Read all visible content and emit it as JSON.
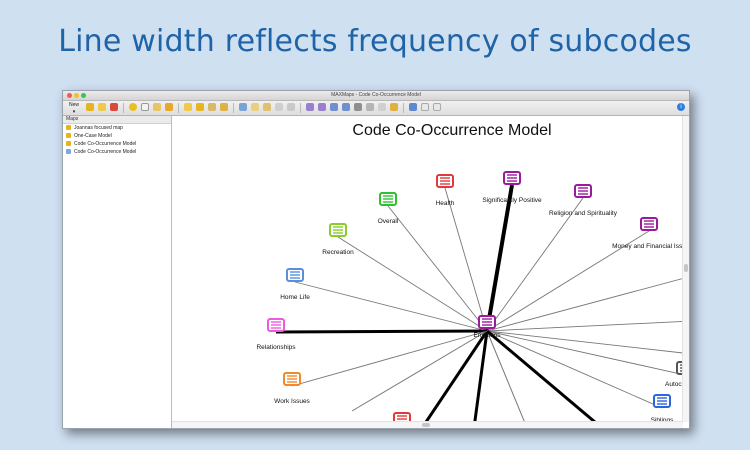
{
  "headline": "Line width reflects frequency of subcodes",
  "window": {
    "title": "MAXMaps - Code Co-Occurrence Model",
    "toolbar": {
      "new_label": "New"
    },
    "sidebar": {
      "header": "Maps",
      "items": [
        {
          "label": "Joannas focused map",
          "icon": "map-icon"
        },
        {
          "label": "One-Case Model",
          "icon": "map-icon"
        },
        {
          "label": "Code Co-Occurrence Model",
          "icon": "map-icon"
        },
        {
          "label": "Code Co-Occurrence Model",
          "icon": "map-icon-alt"
        }
      ]
    },
    "map": {
      "title": "Code Co-Occurrence Model",
      "center": {
        "label": "Emotions",
        "color": "#9b1a9b"
      },
      "nodes": [
        {
          "label": "Health",
          "color": "#e23a3a",
          "weight": 1
        },
        {
          "label": "Significantly Positive",
          "color": "#9b1a9b",
          "weight": 4
        },
        {
          "label": "Religion and Spirituality",
          "color": "#9b1a9b",
          "weight": 1
        },
        {
          "label": "Overall",
          "color": "#2ec32e",
          "weight": 1
        },
        {
          "label": "Money and Financial Issu",
          "color": "#9b1a9b",
          "weight": 1
        },
        {
          "label": "Recreation",
          "color": "#8acc2a",
          "weight": 1
        },
        {
          "label": "Home Life",
          "color": "#5a8fe0",
          "weight": 1
        },
        {
          "label": "Relationships",
          "color": "#f05ae0",
          "weight": 3
        },
        {
          "label": "Work Issues",
          "color": "#f08a2a",
          "weight": 1
        },
        {
          "label": "Autoc",
          "color": "#555555",
          "weight": 1
        },
        {
          "label": "Siblings",
          "color": "#2a66e0",
          "weight": 1
        }
      ]
    }
  }
}
